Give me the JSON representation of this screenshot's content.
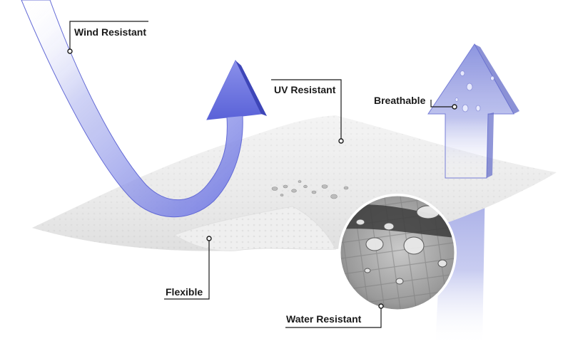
{
  "labels": {
    "wind": "Wind Resistant",
    "uv": "UV Resistant",
    "breathable": "Breathable",
    "flexible": "Flexible",
    "water": "Water Resistant"
  },
  "colors": {
    "arrow_blue": "#7b82e6",
    "arrow_dark": "#4a52c9",
    "arrow_up": "#8c93e0",
    "fabric": "#ececec",
    "leader_line": "#1a1a1a"
  },
  "icons": {
    "wind_arrow": "curved-arrow-icon",
    "breathable_arrow": "up-arrow-icon",
    "magnifier": "magnifier-lens-icon"
  }
}
